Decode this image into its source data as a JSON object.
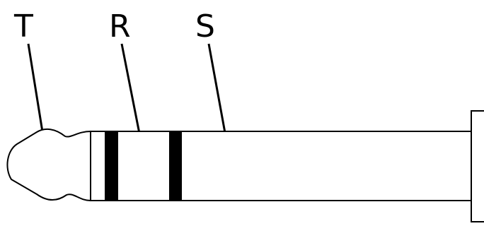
{
  "labels": {
    "tip": "T",
    "ring": "R",
    "sleeve": "S"
  },
  "colors": {
    "stroke": "#000000",
    "fill": "#ffffff",
    "insulator": "#000000"
  }
}
